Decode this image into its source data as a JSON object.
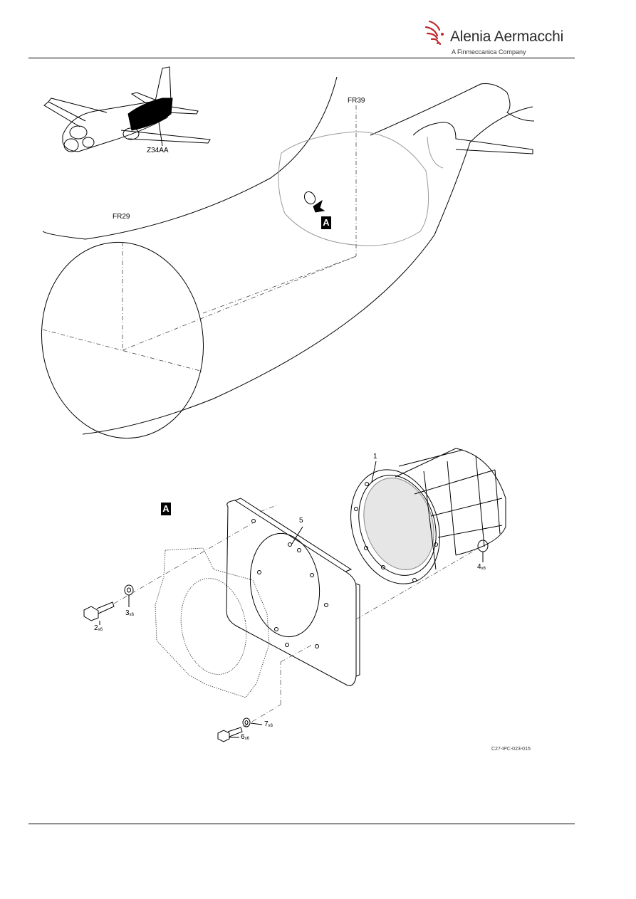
{
  "header": {
    "brand": "Alenia Aermacchi",
    "tagline": "A Finmeccanica Company"
  },
  "figure": {
    "zone_label": "Z34AA",
    "frame_labels": [
      "FR39",
      "FR29"
    ],
    "detail_callout": "A",
    "item_numbers": [
      {
        "num": "1",
        "qty": ""
      },
      {
        "num": "2",
        "qty": "x6"
      },
      {
        "num": "3",
        "qty": "x6"
      },
      {
        "num": "4",
        "qty": "x6"
      },
      {
        "num": "5",
        "qty": ""
      },
      {
        "num": "6",
        "qty": "x6"
      },
      {
        "num": "7",
        "qty": "x6"
      }
    ],
    "figure_id": "C27-IPC-023-015"
  }
}
